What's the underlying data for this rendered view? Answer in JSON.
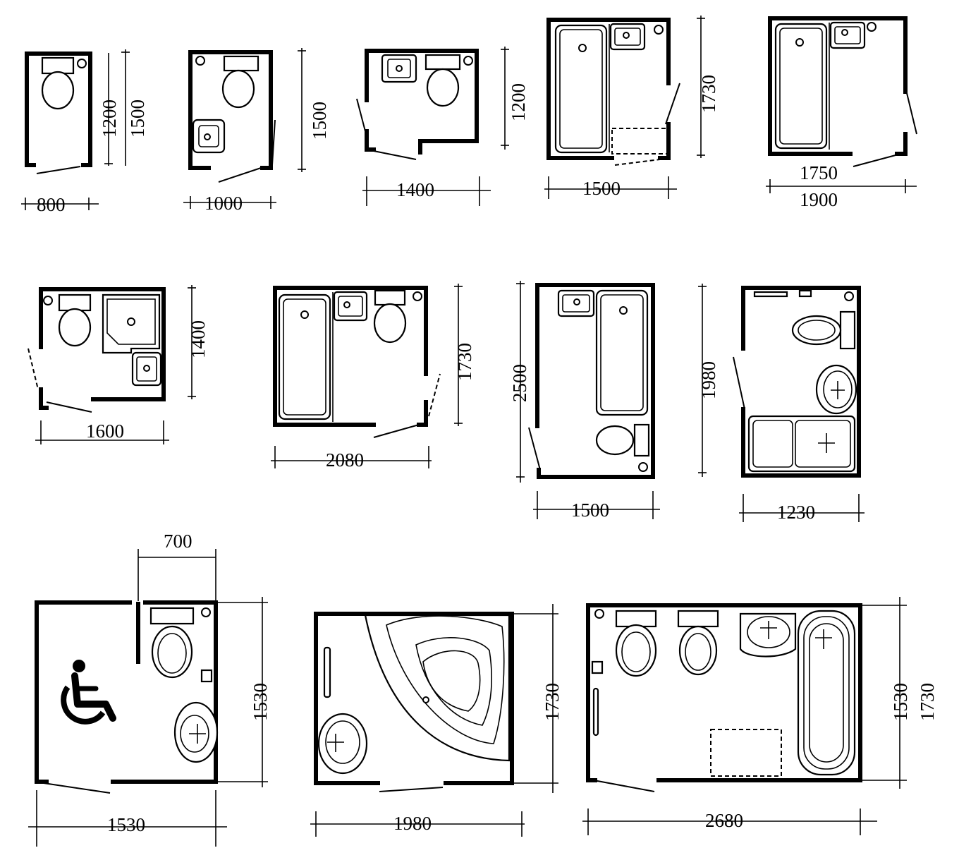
{
  "plans": [
    {
      "id": "p1",
      "labels": [
        "800",
        "1200",
        "1500"
      ]
    },
    {
      "id": "p2",
      "labels": [
        "1000",
        "1500"
      ]
    },
    {
      "id": "p3",
      "labels": [
        "1400",
        "1200"
      ]
    },
    {
      "id": "p4",
      "labels": [
        "1500",
        "1730"
      ]
    },
    {
      "id": "p5",
      "labels": [
        "1750",
        "1900"
      ]
    },
    {
      "id": "p6",
      "labels": [
        "1600",
        "1400"
      ]
    },
    {
      "id": "p7",
      "labels": [
        "2080",
        "1730"
      ]
    },
    {
      "id": "p8",
      "labels": [
        "1500",
        "2500"
      ]
    },
    {
      "id": "p9",
      "labels": [
        "1230",
        "1980"
      ]
    },
    {
      "id": "p10",
      "labels": [
        "700",
        "1530",
        "1530"
      ]
    },
    {
      "id": "p11",
      "labels": [
        "1980",
        "1730"
      ]
    },
    {
      "id": "p12",
      "labels": [
        "2680",
        "1530",
        "1730"
      ]
    }
  ],
  "icons": {
    "accessible": "wheelchair-icon"
  }
}
